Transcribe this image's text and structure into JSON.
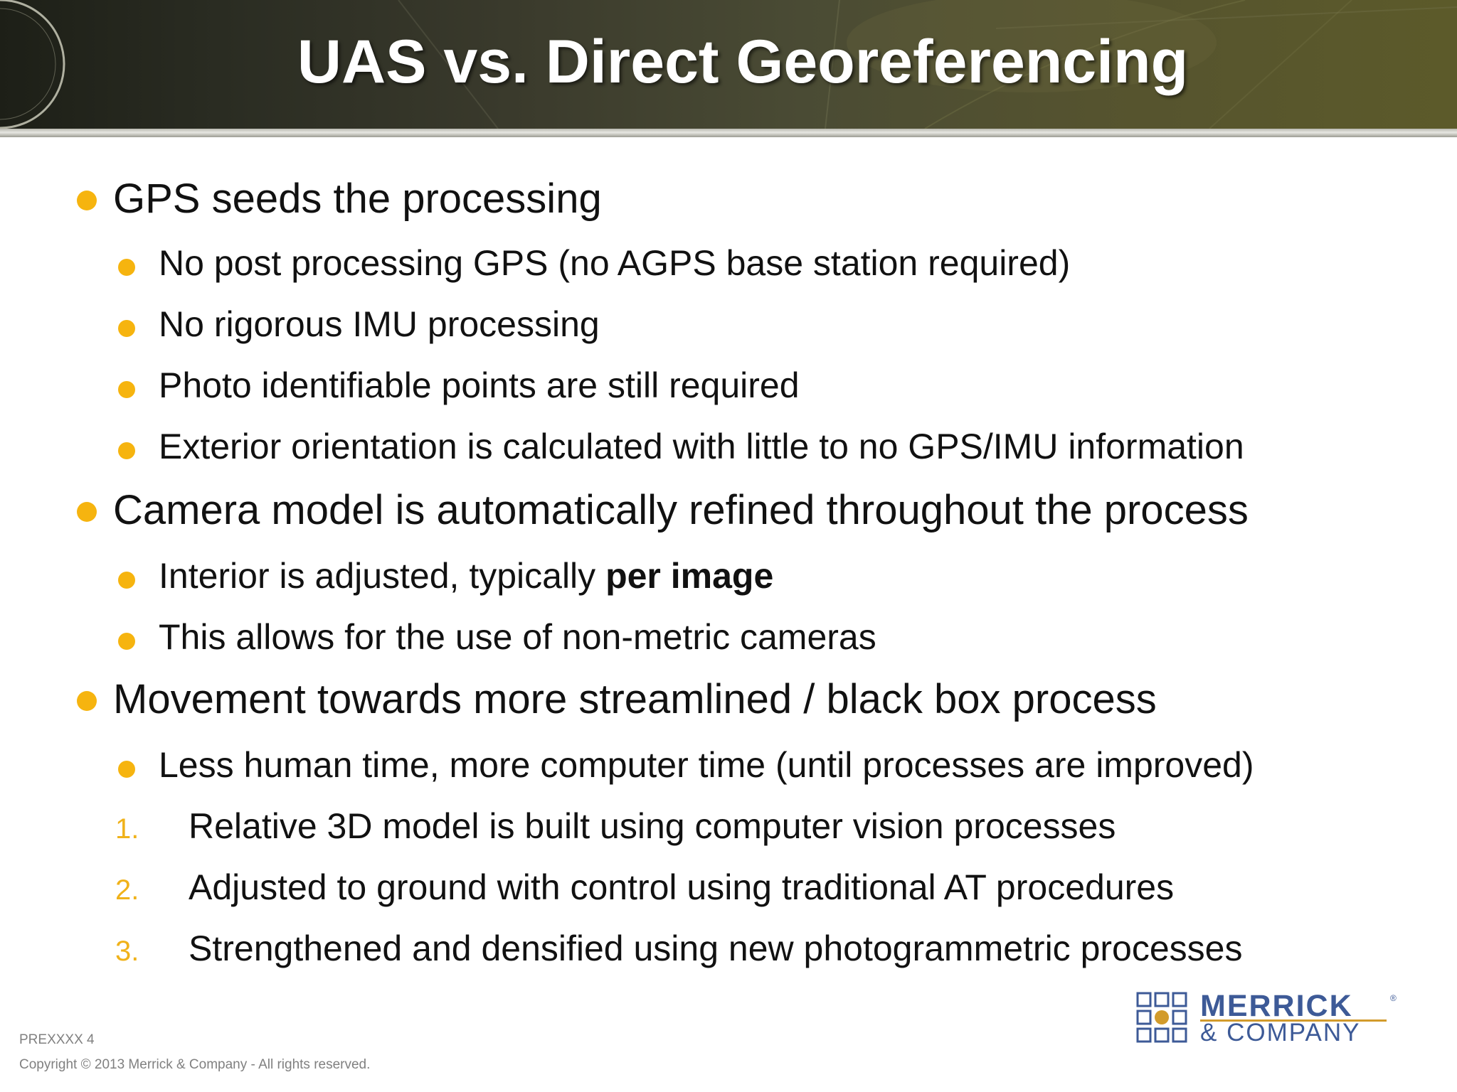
{
  "slide": {
    "title": "UAS vs. Direct Georeferencing",
    "bullets": [
      {
        "text": "GPS seeds the processing"
      },
      {
        "text": "No post processing GPS (no AGPS base station required)"
      },
      {
        "text": "No rigorous IMU processing"
      },
      {
        "text": "Photo identifiable points are still required"
      },
      {
        "text": "Exterior orientation is calculated with little to no GPS/IMU information"
      },
      {
        "text": "Camera model is automatically refined throughout the process"
      },
      {
        "text_before": "Interior is adjusted, typically ",
        "text_bold": "per image"
      },
      {
        "text": "This allows for the use of non-metric cameras"
      },
      {
        "text": "Movement towards more streamlined / black box process"
      },
      {
        "text": "Less human time, more computer time (until processes are improved)"
      },
      {
        "marker": "1.",
        "text": "Relative 3D model is built using computer vision processes"
      },
      {
        "marker": "2.",
        "text": "Adjusted to ground with control using traditional AT procedures"
      },
      {
        "marker": "3.",
        "text": "Strengthened and densified using new photogrammetric processes"
      }
    ]
  },
  "footer": {
    "code": "PREXXXX   4",
    "copyright": "Copyright © 2013  Merrick & Company - All rights reserved."
  },
  "logo": {
    "line1": "MERRICK",
    "line2": "& COMPANY",
    "registered": "®",
    "color": "#3d5a97",
    "accent": "#d29b2b"
  },
  "colors": {
    "bullet": "#f6b40f",
    "header_dark": "#1d1f17",
    "header_olive": "#5c5a2a"
  }
}
